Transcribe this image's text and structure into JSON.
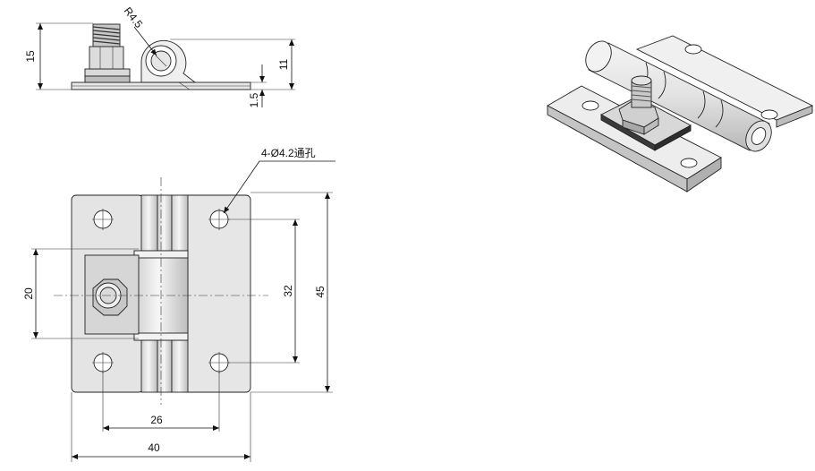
{
  "diagram": {
    "dimensions": {
      "side_height": "15",
      "radius": "R4.5",
      "knuckle_height": "11",
      "plate_thickness": "1.5",
      "hole_note": "4-Ø4.2通孔",
      "bracket_height": "20",
      "hole_pitch_v": "32",
      "overall_height": "45",
      "hole_pitch_h": "26",
      "overall_width": "40"
    }
  },
  "colors": {
    "metal_light": "#ececec",
    "metal_mid": "#d4d4d4",
    "metal_dark": "#9a9a9a",
    "line": "#111111"
  }
}
